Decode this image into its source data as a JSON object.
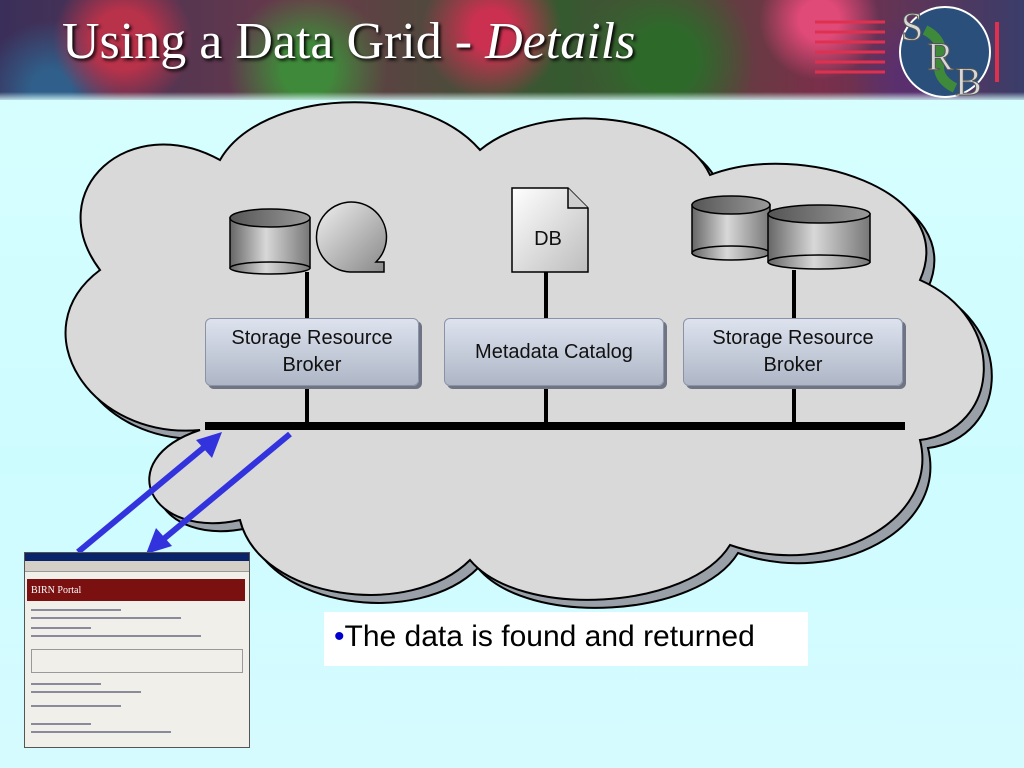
{
  "title": {
    "main": "Using a Data Grid - ",
    "italic": "Details"
  },
  "logo": {
    "letters": [
      "S",
      "R",
      "B"
    ]
  },
  "diagram": {
    "db_label": "DB",
    "boxes": {
      "left": "Storage Resource Broker",
      "center": "Metadata Catalog",
      "right": "Storage Resource Broker"
    }
  },
  "bullet": {
    "marker": "•",
    "text": "The data is found and returned"
  },
  "portal": {
    "brand": "BIRN Portal"
  },
  "colors": {
    "arrow": "#3333dd",
    "cloud_fill": "#d9d9d9",
    "bus": "#000000",
    "background": "#d9ffff"
  }
}
